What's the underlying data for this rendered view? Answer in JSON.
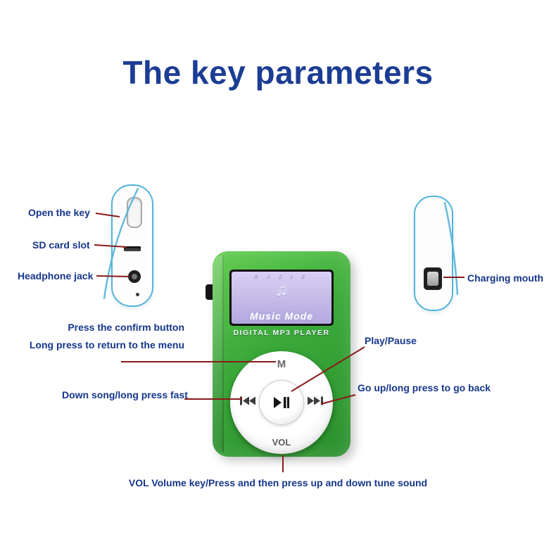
{
  "title": "The key parameters",
  "side_left": {
    "open_key": "Open the key",
    "sd_slot": "SD card slot",
    "headphone": "Headphone jack"
  },
  "side_right": {
    "charging": "Charging mouth"
  },
  "player": {
    "screen_status": "♬ ♪ ♫ ♪ ♬",
    "screen_note": "♫",
    "screen_mode": "Music Mode",
    "brand": "DIGITAL MP3 PLAYER",
    "menu_label": "M",
    "vol_label": "VOL",
    "icons": {
      "prev": "previous-track-icon",
      "next": "next-track-icon",
      "play_pause": "play-pause-icon"
    }
  },
  "callouts": {
    "confirm_1": "Press the confirm button",
    "confirm_2": "Long press to return to the menu",
    "play_pause": "Play/Pause",
    "down_song": "Down song/long press fast",
    "go_up": "Go up/long press to go back",
    "volume": "VOL Volume key/Press and then press up and down tune sound"
  },
  "colors": {
    "title_navy": "#1c3d94",
    "label_navy": "#16368c",
    "callout_red": "#8a1a1a",
    "teal": "#54b4da",
    "green_light": "#63cd50",
    "green_mid": "#3aa93a",
    "green_dark": "#2a8f2c",
    "screen_top": "#d8d0f4",
    "screen_bottom": "#b3a8de"
  }
}
